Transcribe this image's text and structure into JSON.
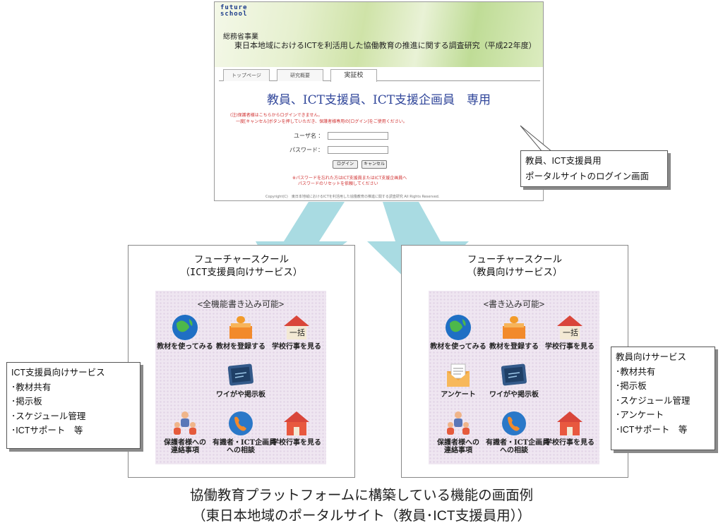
{
  "login_screen": {
    "logo_line1": "future",
    "logo_line2": "school",
    "ministry": "総務省事業",
    "project_title": "東日本地域におけるICTを利活用した協働教育の推進に関する調査研究（平成22年度）",
    "tabs": [
      "トップページ",
      "研究概要",
      "実証校"
    ],
    "heading": "教員、ICT支援員、ICT支援企画員　専用",
    "warning_line1": "(注)保護者様はこちらからログインできません。",
    "warning_line2": "一度[キャンセル]ボタンを押していただき、保護者様専用の[ログイン]をご使用ください。",
    "username_label": "ユーザ名 ：",
    "password_label": "パスワード：",
    "login_button": "ログイン",
    "cancel_button": "キャンセル",
    "note_line1": "※パスワードを忘れた方はICT支援員またはICT支援企画員へ",
    "note_line2": "パスワードのリセットを依頼してください",
    "copyright": "Copyright(C)　東日本地域におけるICTを利活用した協働教育の推進に関する調査研究 All Rights Reserved."
  },
  "callout_top": {
    "lines": [
      "教員、ICT支援員用",
      "ポータルサイトのログイン画面"
    ]
  },
  "panel_left": {
    "title1": "フューチャースクール",
    "title2": "（ICT支援員向けサービス）",
    "subtitle": "<全機能書き込み可能>",
    "items": [
      {
        "label": "教材を使ってみる",
        "icon": "globe-icon"
      },
      {
        "label": "教材を登録する",
        "icon": "desk-icon"
      },
      {
        "label": "学校行事を見る",
        "icon": "house-bulk-icon",
        "badge": "一括"
      },
      {
        "label": "ワイがや掲示板",
        "icon": "blackboard-icon"
      },
      {
        "label": "保護者様への",
        "label2": "連絡事項",
        "icon": "family-icon"
      },
      {
        "label": "有識者・ICT企画員",
        "label2": "への相談",
        "icon": "phone-icon"
      },
      {
        "label": "学校行事を見る",
        "icon": "house-icon"
      }
    ]
  },
  "panel_right": {
    "title1": "フューチャースクール",
    "title2": "（教員向けサービス）",
    "subtitle": "<書き込み可能>",
    "items": [
      {
        "label": "教材を使ってみる",
        "icon": "globe-icon"
      },
      {
        "label": "教材を登録する",
        "icon": "desk-icon"
      },
      {
        "label": "学校行事を見る",
        "icon": "house-bulk-icon",
        "badge": "一括"
      },
      {
        "label": "アンケート",
        "icon": "envelope-icon"
      },
      {
        "label": "ワイがや掲示板",
        "icon": "blackboard-icon"
      },
      {
        "label": "保護者様への",
        "label2": "連絡事項",
        "icon": "family-icon"
      },
      {
        "label": "有識者・ICT企画員",
        "label2": "への相談",
        "icon": "phone-icon"
      },
      {
        "label": "学校行事を見る",
        "icon": "house-icon"
      }
    ]
  },
  "callout_left": {
    "lines": [
      "ICT支援員向けサービス",
      "･教材共有",
      "･掲示板",
      "･スケジュール管理",
      "･ICTサポート　等"
    ]
  },
  "callout_right": {
    "lines": [
      "教員向けサービス",
      "･教材共有",
      "･掲示板",
      "･スケジュール管理",
      "･アンケート",
      "･ICTサポート　等"
    ]
  },
  "caption": {
    "line1": "協働教育プラットフォームに構築している機能の画面例",
    "line2": "（東日本地域のポータルサイト（教員･ICT支援員用））"
  },
  "colors": {
    "arrow": "#a9dbe2",
    "heading_blue": "#30469a",
    "warning_red": "#d03030",
    "panel_bg": "#efe6f1"
  }
}
